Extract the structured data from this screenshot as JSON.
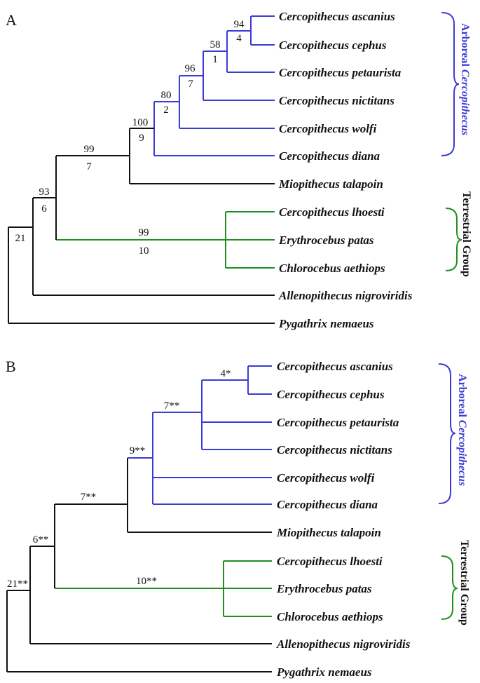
{
  "colors": {
    "ingroup_arboreal": "#3b3bd6",
    "ingroup_terrestrial": "#1f8f1f",
    "base": "#111111"
  },
  "panelA": {
    "label": "A",
    "taxa": [
      "Cercopithecus ascanius",
      "Cercopithecus cephus",
      "Cercopithecus petaurista",
      "Cercopithecus nictitans",
      "Cercopithecus wolfi",
      "Cercopithecus diana",
      "Miopithecus talapoin",
      "Cercopithecus lhoesti",
      "Erythrocebus patas",
      "Chlorocebus aethiops",
      "Allenopithecus nigroviridis",
      "Pygathrix nemaeus"
    ],
    "support": {
      "n94": "94",
      "n4": "4",
      "n58": "58",
      "n1": "1",
      "n96": "96",
      "n7a": "7",
      "n80": "80",
      "n2": "2",
      "n100": "100",
      "n9": "9",
      "n99a": "99",
      "n7b": "7",
      "n93": "93",
      "n6": "6",
      "n99b": "99",
      "n10": "10",
      "n21": "21"
    },
    "groups": {
      "arboreal_prefix": "Arboreal ",
      "arboreal_genus": "Cercopithecus",
      "terrestrial": "Terrestrial Group"
    }
  },
  "panelB": {
    "label": "B",
    "taxa": [
      "Cercopithecus ascanius",
      "Cercopithecus cephus",
      "Cercopithecus petaurista",
      "Cercopithecus nictitans",
      "Cercopithecus wolfi",
      "Cercopithecus diana",
      "Miopithecus talapoin",
      "Cercopithecus lhoesti",
      "Erythrocebus patas",
      "Chlorocebus aethiops",
      "Allenopithecus nigroviridis",
      "Pygathrix nemaeus"
    ],
    "support": {
      "n4": "4*",
      "n7a": "7**",
      "n9": "9**",
      "n7b": "7**",
      "n6": "6**",
      "n10": "10**",
      "n21": "21**"
    },
    "groups": {
      "arboreal_prefix": "Arboreal ",
      "arboreal_genus": "Cercopithecus",
      "terrestrial": "Terrestrial Group"
    }
  }
}
